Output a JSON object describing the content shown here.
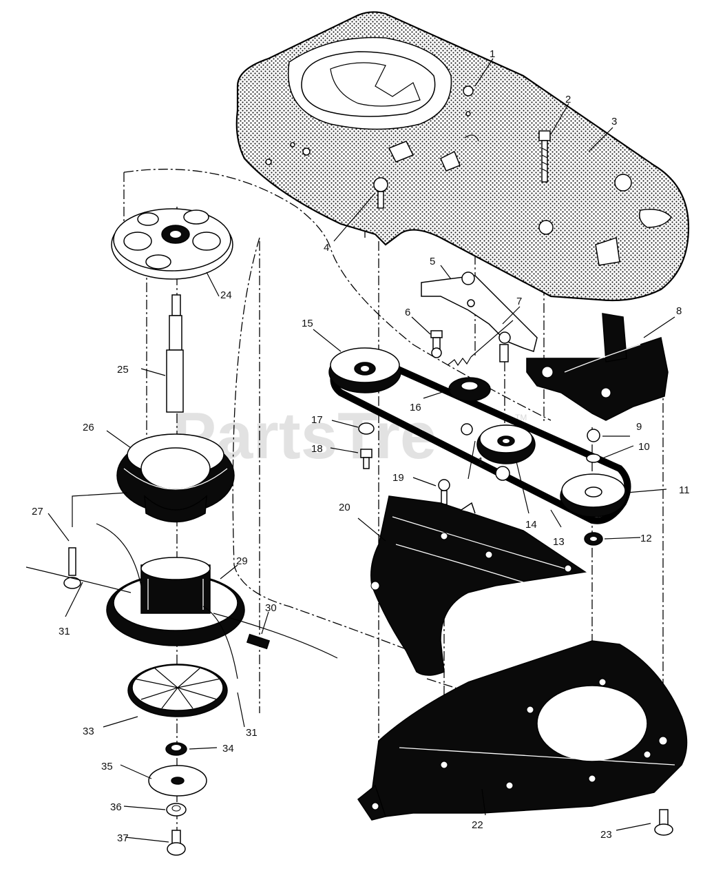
{
  "watermark": {
    "text": "PartsTre",
    "trademark": "TM"
  },
  "callouts": [
    {
      "id": "c1a",
      "text": "1"
    },
    {
      "id": "c2",
      "text": "2"
    },
    {
      "id": "c3",
      "text": "3"
    },
    {
      "id": "c4",
      "text": "4"
    },
    {
      "id": "c5",
      "text": "5"
    },
    {
      "id": "c6",
      "text": "6"
    },
    {
      "id": "c7",
      "text": "7"
    },
    {
      "id": "c8",
      "text": "8"
    },
    {
      "id": "c9",
      "text": "9"
    },
    {
      "id": "c10",
      "text": "10"
    },
    {
      "id": "c11",
      "text": "11"
    },
    {
      "id": "c12",
      "text": "12"
    },
    {
      "id": "c13",
      "text": "13"
    },
    {
      "id": "c14",
      "text": "14"
    },
    {
      "id": "c15",
      "text": "15"
    },
    {
      "id": "c16",
      "text": "16"
    },
    {
      "id": "c17",
      "text": "17"
    },
    {
      "id": "c18",
      "text": "18"
    },
    {
      "id": "c1b",
      "text": "1"
    },
    {
      "id": "c19",
      "text": "19"
    },
    {
      "id": "c20",
      "text": "20"
    },
    {
      "id": "c22",
      "text": "22"
    },
    {
      "id": "c23",
      "text": "23"
    },
    {
      "id": "c24",
      "text": "24"
    },
    {
      "id": "c25",
      "text": "25"
    },
    {
      "id": "c26",
      "text": "26"
    },
    {
      "id": "c27",
      "text": "27"
    },
    {
      "id": "c29",
      "text": "29"
    },
    {
      "id": "c30",
      "text": "30"
    },
    {
      "id": "c31a",
      "text": "31"
    },
    {
      "id": "c31b",
      "text": "31"
    },
    {
      "id": "c33",
      "text": "33"
    },
    {
      "id": "c34",
      "text": "34"
    },
    {
      "id": "c35",
      "text": "35"
    },
    {
      "id": "c36",
      "text": "36"
    },
    {
      "id": "c37",
      "text": "37"
    }
  ]
}
